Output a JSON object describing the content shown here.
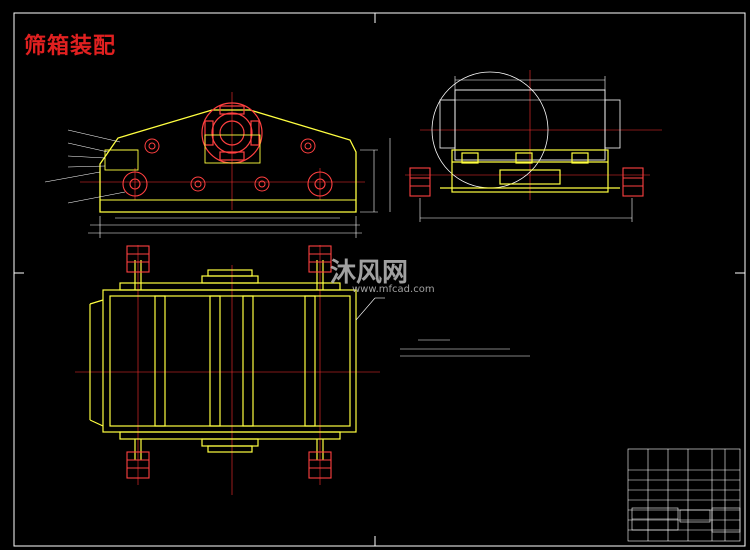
{
  "drawing": {
    "title": "筛箱装配",
    "watermark_text": "沐风网",
    "watermark_url": "www.mfcad.com"
  },
  "colors": {
    "background": "#000000",
    "frame": "#ffffff",
    "outline": "#ffff40",
    "centerline": "#ff3030",
    "dimension": "#ffffff",
    "detail": "#ff4040",
    "title": "#e02020"
  }
}
